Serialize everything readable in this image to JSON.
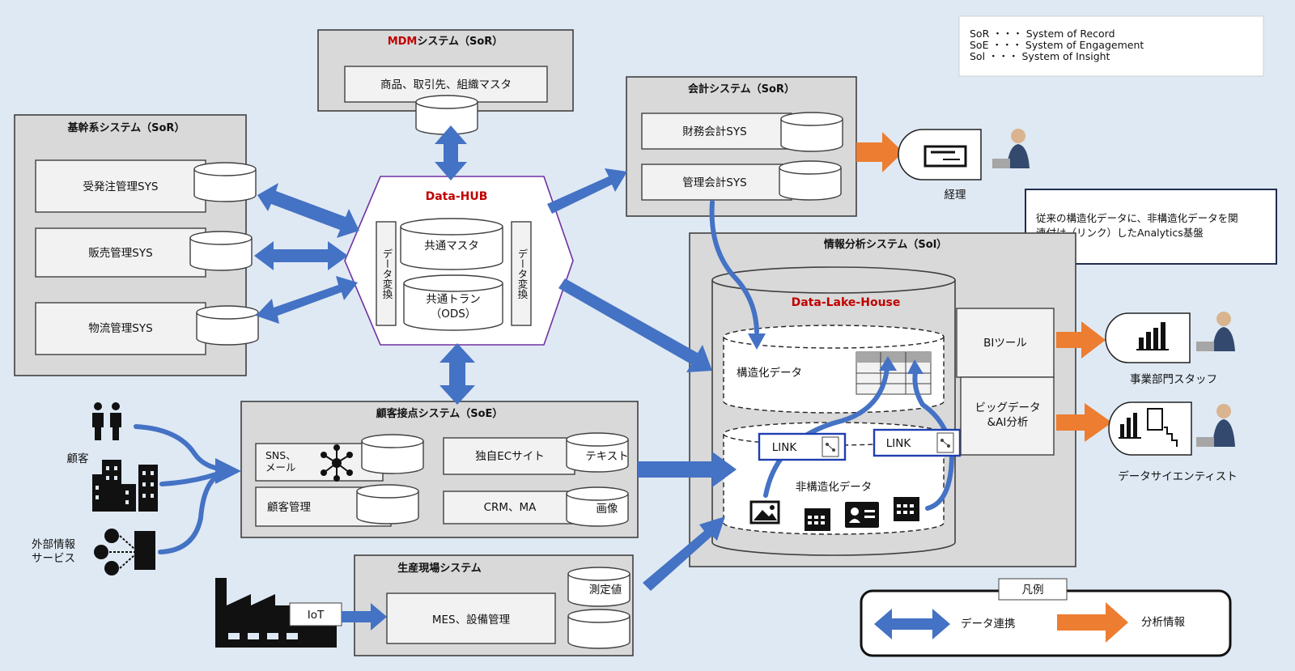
{
  "legend_top": {
    "line1": "SoR ・・・ System of Record",
    "line2": "SoE ・・・ System of Engagement",
    "line3": "Sol ・・・ System of Insight"
  },
  "mdm": {
    "title_red": "MDM",
    "title_rest": "システム（SoR）",
    "item": "商品、取引先、組織マスタ"
  },
  "kikan": {
    "title": "基幹系システム（SoR）",
    "items": [
      "受発注管理SYS",
      "販売管理SYS",
      "物流管理SYS"
    ]
  },
  "hub": {
    "title": "Data-HUB",
    "left_vertical": "データ変換",
    "right_vertical": "データ変換",
    "db1": "共通マスタ",
    "db2_line1": "共通トラン",
    "db2_line2": "（ODS）"
  },
  "kaikei": {
    "title": "会計システム（SoR）",
    "items": [
      "財務会計SYS",
      "管理会計SYS"
    ]
  },
  "keiri": {
    "label": "経理"
  },
  "callout": {
    "line1": "従来の構造化データに、非構造化データを関",
    "line2": "連付け（リンク）したAnalytics基盤"
  },
  "joho": {
    "title": "情報分析システム（Sol）",
    "lake_title": "Data-Lake-House",
    "structured": "構造化データ",
    "unstructured": "非構造化データ",
    "link1": "LINK",
    "link2": "LINK",
    "bi": "BIツール",
    "bigdata_line1": "ビッグデータ",
    "bigdata_line2": "&AI分析"
  },
  "users": {
    "staff": "事業部門スタッフ",
    "scientist": "データサイエンティスト"
  },
  "kokyaku_sys": {
    "title": "顧客接点システム（SoE）",
    "sns_line1": "SNS、",
    "sns_line2": "メール",
    "customer_mgmt": "顧客管理",
    "ec": "独自ECサイト",
    "crm": "CRM、MA",
    "text_db": "テキスト",
    "image_db": "画像"
  },
  "left_sources": {
    "customer": "顧客",
    "ext_line1": "外部情報",
    "ext_line2": "サービス"
  },
  "seisan": {
    "title": "生産現場システム",
    "mes": "MES、設備管理",
    "measure": "測定値",
    "iot": "IoT"
  },
  "legend_bottom": {
    "title": "凡例",
    "blue_label": "データ連携",
    "orange_label": "分析情報"
  },
  "colors": {
    "background": "#dfe9f4",
    "blue": "#4472c4",
    "orange": "#ed7d31",
    "red_title": "#c00000",
    "hub_border": "#7030a0",
    "link_border": "#1f3fb0"
  }
}
